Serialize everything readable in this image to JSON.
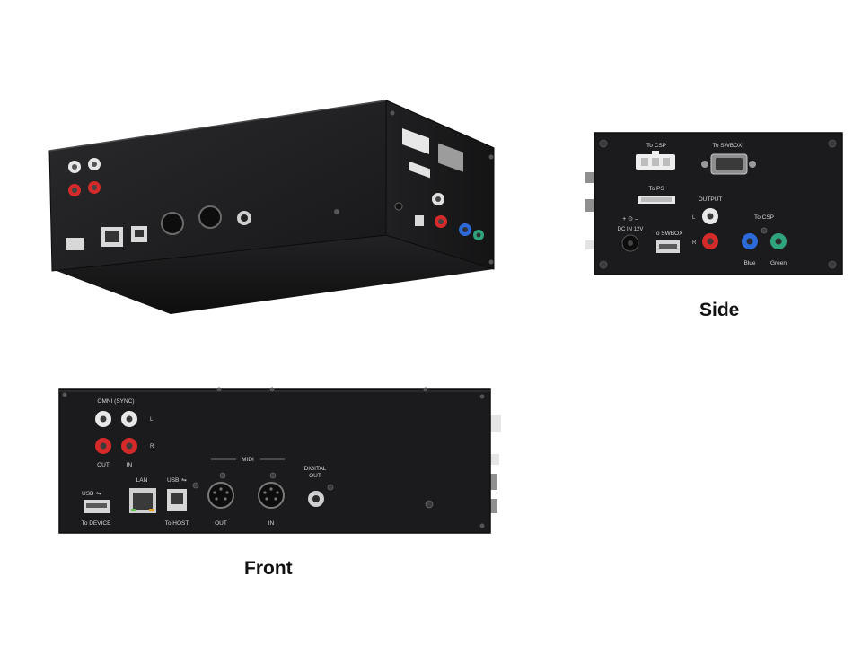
{
  "labels": {
    "side": "Side",
    "front": "Front"
  },
  "front_panel": {
    "omni_label": "OMNI (SYNC)",
    "ch_l": "L",
    "ch_r": "R",
    "out": "OUT",
    "in": "IN",
    "midi": "MIDI",
    "digital_out_line1": "DIGITAL",
    "digital_out_line2": "OUT",
    "usb": "USB",
    "to_device": "To DEVICE",
    "lan": "LAN",
    "to_host": "To HOST"
  },
  "side_panel": {
    "to_csp": "To CSP",
    "to_swbox": "To SWBOX",
    "to_ps": "To PS",
    "output": "OUTPUT",
    "ch_l": "L",
    "ch_r": "R",
    "dc_in": "DC IN 12V",
    "to_swbox_usb": "To SWBOX",
    "to_csp_video": "To CSP",
    "blue": "Blue",
    "green": "Green"
  },
  "colors": {
    "panel": "#1b1b1d",
    "panel_edge": "#0c0c0d",
    "rca_white": "#e8e8e8",
    "rca_red": "#d42a2a",
    "rca_blue": "#2b6ad8",
    "rca_green": "#2fa37c"
  }
}
